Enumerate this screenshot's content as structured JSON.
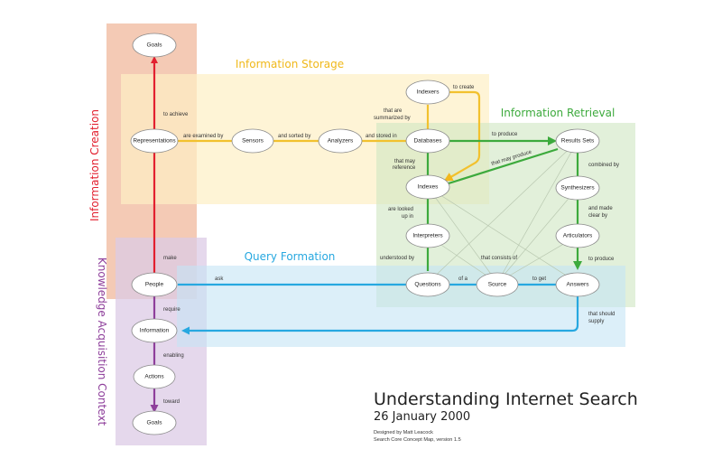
{
  "regions": {
    "information_creation": "Information Creation",
    "knowledge_acquisition": "Knowledge Acquisition Context",
    "information_storage": "Information Storage",
    "information_retrieval": "Information Retrieval",
    "query_formation": "Query Formation"
  },
  "nodes": {
    "goals_top": "Goals",
    "representations": "Representations",
    "sensors": "Sensors",
    "analyzers": "Analyzers",
    "databases": "Databases",
    "indexers": "Indexers",
    "indexes": "Indexes",
    "results_sets": "Results Sets",
    "synthesizers": "Synthesizers",
    "articulators": "Articulators",
    "answers": "Answers",
    "interpreters": "Interpreters",
    "questions": "Questions",
    "source": "Source",
    "people": "People",
    "information": "Information",
    "actions": "Actions",
    "goals_bottom": "Goals"
  },
  "edge_labels": {
    "to_achieve": "to achieve",
    "are_examined_by": "are examined by",
    "and_sorted_by": "and sorted by",
    "and_stored_in": "and stored in",
    "that_are": "that are",
    "summarized_by": "summarized by",
    "to_create": "to create",
    "that_may": "that may",
    "reference": "reference",
    "to_produce_top": "to produce",
    "that_may_produce": "that may produce",
    "combined_by": "combined by",
    "and_made": "and made",
    "clear_by": "clear by",
    "to_produce_bottom": "to produce",
    "are_looked": "are looked",
    "up_in": "up in",
    "understood_by": "understood by",
    "that_consists_of": "that consists of",
    "of_a": "of a",
    "to_get": "to get",
    "that_should": "that should",
    "supply": "supply",
    "make": "make",
    "ask": "ask",
    "require": "require",
    "enabling": "enabling",
    "toward": "toward"
  },
  "title": {
    "main": "Understanding Internet Search",
    "date": "26 January 2000",
    "designer": "Designed by Matt Leacock",
    "version": "Search Core Concept Map, version 1.5"
  },
  "colors": {
    "creation_red": "#e2202f",
    "storage_yellow": "#f2c12e",
    "retrieval_green": "#3daa3d",
    "query_blue": "#27a8e0",
    "knowledge_purple": "#8e3f9b",
    "creation_fill": "#f0b395",
    "storage_fill": "#fdefc4",
    "retrieval_fill": "#cfe6c2",
    "query_fill": "#c4e4f5",
    "knowledge_fill": "#dccbe6"
  }
}
